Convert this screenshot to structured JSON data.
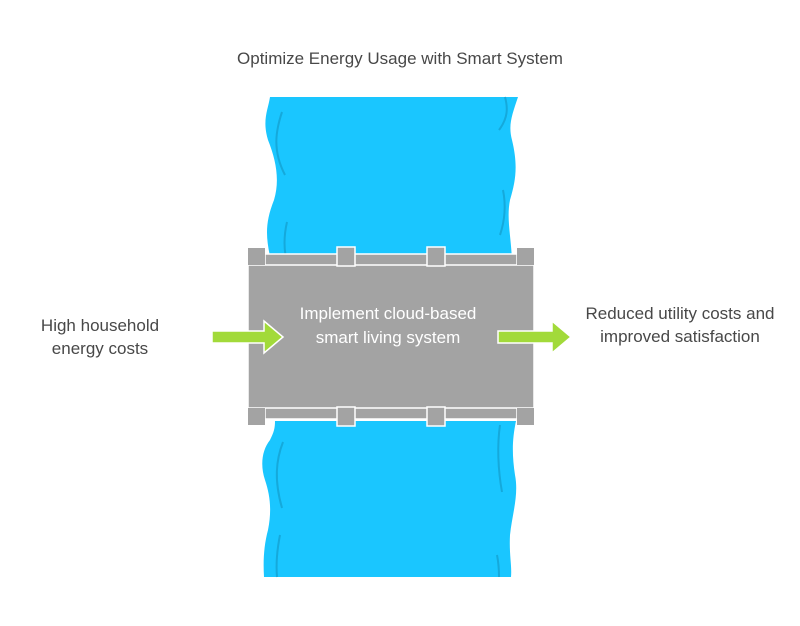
{
  "title": "Optimize Energy Usage with Smart System",
  "input": {
    "label": "High household energy costs"
  },
  "process": {
    "label": "Implement cloud-based smart living system"
  },
  "output": {
    "label": "Reduced utility costs and improved satisfaction"
  },
  "colors": {
    "river": "#1AC6FF",
    "river_line": "#15A9DB",
    "bridge": "#A3A3A3",
    "arrow": "#A2DA3A",
    "text": "#484848"
  }
}
